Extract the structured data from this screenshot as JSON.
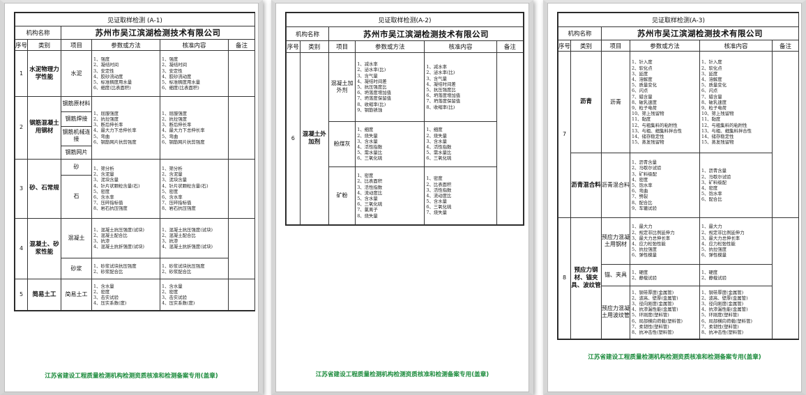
{
  "footer": "江苏省建设工程质量检测机构检测资质核准和检测备案专用(盖章)",
  "headers": {
    "org_label": "机构名称",
    "org_name": "苏州市吴江滨湖检测技术有限公司",
    "seq": "序号",
    "cat": "类别",
    "item": "项目",
    "params": "参数或方法",
    "scope": "核准内容",
    "note": "备注"
  },
  "pages": [
    {
      "title": "见证取样检测 (A-1)",
      "groups": [
        {
          "no": "1",
          "cat": "水泥物理力学性能",
          "items": [
            {
              "name": "水泥",
              "params": [
                "1、强度",
                "2、凝结时间",
                "3、安定性",
                "4、胶砂流动度",
                "5、标准稠度用水量",
                "6、细度(比表面积)"
              ],
              "scope": [
                "1、强度",
                "2、凝结时间",
                "3、安定性",
                "4、胶砂流动度",
                "5、标准稠度用水量",
                "6、细度(比表面积)"
              ]
            }
          ]
        },
        {
          "no": "2",
          "cat": "钢筋混凝土用钢材",
          "items": [
            {
              "name": "钢筋原材料"
            },
            {
              "name": "钢筋焊接"
            },
            {
              "name": "钢筋机械连接"
            },
            {
              "name": "钢筋网片"
            }
          ],
          "params": [
            "1、屈服强度",
            "2、抗拉强度",
            "3、断后伸长率",
            "4、最大力下总伸长率",
            "5、弯曲",
            "6、钢筋网片抗剪强度"
          ],
          "scope": [
            "1、屈服强度",
            "2、抗拉强度",
            "3、断后伸长率",
            "4、最大力下总伸长率",
            "5、弯曲",
            "6、钢筋网片抗剪强度"
          ]
        },
        {
          "no": "3",
          "cat": "砂、石常规",
          "items": [
            {
              "name": "砂"
            },
            {
              "name": "石"
            }
          ],
          "params": [
            "1、筛分析",
            "2、含泥量",
            "3、泥块含量",
            "4、针片状颗粒含量(石)",
            "5、密度",
            "6、含水率",
            "7、压碎指标值",
            "8、岩石抗压强度"
          ],
          "scope": [
            "1、筛分析",
            "2、含泥量",
            "3、泥块含量",
            "4、针片状颗粒含量(石)",
            "5、密度",
            "6、含水率",
            "7、压碎指标值",
            "8、岩石抗压强度"
          ]
        },
        {
          "no": "4",
          "cat": "混凝土、砂浆性能",
          "items": [
            {
              "name": "混凝土",
              "params": [
                "1、混凝土抗压强度(试块)",
                "2、混凝土配合比",
                "3、抗渗",
                "4、混凝土抗折强度(试块)"
              ],
              "scope": [
                "1、混凝土抗压强度(试块)",
                "2、混凝土配合比",
                "3、抗渗",
                "4、混凝土抗折强度(试块)"
              ]
            },
            {
              "name": "砂浆",
              "params": [
                "1、砂浆试块抗压强度",
                "2、砂浆配合比"
              ],
              "scope": [
                "1、砂浆试块抗压强度",
                "2、砂浆配合比"
              ]
            }
          ]
        },
        {
          "no": "5",
          "cat": "简易土工",
          "items": [
            {
              "name": "简易土工",
              "params": [
                "1、含水量",
                "2、密度",
                "3、击实试验",
                "4、压实系数(度)"
              ],
              "scope": [
                "1、含水量",
                "2、密度",
                "3、击实试验",
                "4、压实系数(度)"
              ]
            }
          ]
        }
      ]
    },
    {
      "title": "见证取样检测(A-2)",
      "groups": [
        {
          "no": "6",
          "cat": "混凝土外加剂",
          "items": [
            {
              "name": "混凝土加外剂",
              "params": [
                "1、减水率",
                "2、泌水率(比)",
                "3、含气量",
                "4、凝结时间差",
                "5、抗压强度比",
                "6、坍落度增加值",
                "7、坍落度保留值",
                "8、收缩率(比)",
                "9、钢筋锈蚀"
              ],
              "scope": [
                "1、减水率",
                "2、泌水率(比)",
                "3、含气量",
                "4、凝结时间差",
                "5、抗压强度比",
                "6、坍落度增加值",
                "7、坍落度保留值",
                "8、收缩率(比)"
              ]
            },
            {
              "name": "粉煤灰",
              "params": [
                "1、细度",
                "2、烧失量",
                "3、含水量",
                "4、活性指数",
                "5、需水量比",
                "6、三氧化硫"
              ],
              "scope": [
                "1、细度",
                "2、烧失量",
                "3、含水量",
                "4、活性指数",
                "5、需水量比",
                "6、三氧化硫"
              ]
            },
            {
              "name": "矿粉",
              "params": [
                "1、密度",
                "2、比表面积",
                "3、活性指数",
                "4、流动度比",
                "5、含水量",
                "6、三氧化硫",
                "7、氯离子",
                "8、烧失量"
              ],
              "scope": [
                "1、密度",
                "2、比表面积",
                "3、活性指数",
                "4、流动度比",
                "5、含水量",
                "6、三氧化硫",
                "7、烧失量"
              ]
            }
          ]
        }
      ]
    },
    {
      "title": "见证取样检测(A-3)",
      "groups": [
        {
          "no": "7",
          "cat": "",
          "items": [
            {
              "name": "沥青",
              "cat_label": "沥青",
              "params": [
                "1、针入度",
                "2、软化点",
                "3、延度",
                "4、溶解度",
                "5、质量变化",
                "6、闪点",
                "7、蜡含量",
                "8、破乳速度",
                "9、粒子电荷",
                "10、筛上残留物",
                "11、黏度",
                "12、与粗集料的粘附性",
                "13、与粗、细集料拌合性",
                "14、储存稳定性",
                "15、蒸发残留物"
              ],
              "scope": [
                "1、针入度",
                "2、软化点",
                "3、延度",
                "4、溶解度",
                "5、质量变化",
                "6、闪点",
                "7、蜡含量",
                "8、破乳速度",
                "9、粒子电荷",
                "10、筛上残留物",
                "11、黏度",
                "12、与粗集料的粘附性",
                "13、与粗、细集料拌合性",
                "14、储存稳定性",
                "15、蒸发残留物"
              ]
            },
            {
              "name": "沥青混合料",
              "cat_label": "沥青混合料",
              "params": [
                "1、沥青含量",
                "2、马歇尔试验",
                "3、矿料级配",
                "4、密度",
                "5、饱水率",
                "6、弯曲",
                "7、劈裂",
                "8、配合比",
                "9、车辙试验"
              ],
              "scope": [
                "1、沥青含量",
                "2、马歇尔试验",
                "3、矿料级配",
                "4、密度",
                "5、饱水率",
                "6、配合比"
              ]
            }
          ]
        },
        {
          "no": "8",
          "cat": "预应力钢材、锚夹具、波纹管",
          "items": [
            {
              "name": "预应力混凝土用钢材",
              "params": [
                "1、最大力",
                "2、规定非比例延伸力",
                "3、最大力总伸长率",
                "4、应力松弛性能",
                "5、抗拉强度",
                "6、弹性模量"
              ],
              "scope": [
                "1、最大力",
                "2、规定非比例延伸力",
                "3、最大力总伸长率",
                "4、应力松弛性能",
                "5、抗拉强度",
                "6、弹性模量"
              ]
            },
            {
              "name": "锚、夹具",
              "params": [
                "1、硬度",
                "2、静载试验"
              ],
              "scope": [
                "1、硬度",
                "2、静载试验"
              ]
            },
            {
              "name": "预应力混凝土用波纹管",
              "params": [
                "1、钢带厚度(金属管)",
                "2、波高、壁厚(金属管)",
                "3、径向刚度(金属管)",
                "4、抗渗漏性能(金属管)",
                "5、环刚度(塑料管)",
                "6、局部横向荷载(塑料管)",
                "7、柔韧性(塑料管)",
                "8、抗冲击性(塑料管)"
              ],
              "scope": [
                "1、钢带厚度(金属管)",
                "2、波高、壁厚(金属管)",
                "3、径向刚度(金属管)",
                "4、抗渗漏性能(金属管)",
                "5、环刚度(塑料管)",
                "6、局部横向荷载(塑料管)",
                "7、柔韧性(塑料管)",
                "8、抗冲击性(塑料管)"
              ]
            }
          ]
        }
      ]
    }
  ]
}
